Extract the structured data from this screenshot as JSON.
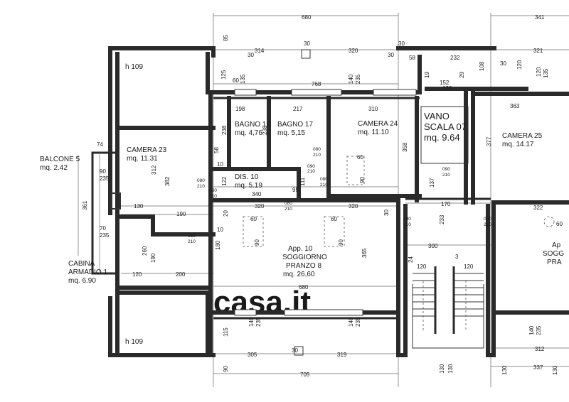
{
  "rooms": {
    "h109_top": "h 109",
    "h109_bottom": "h 109",
    "camera23_name": "CAMERA 23",
    "camera23_area": "mq. 11.31",
    "bagno16_name": "BAGNO 16",
    "bagno16_area": "mq. 4,76",
    "bagno17_name": "BAGNO 17",
    "bagno17_area": "mq. 5,15",
    "camera24_name": "CAMERA 24",
    "camera24_area": "mq. 11.10",
    "vano_line1": "VANO",
    "vano_line2": "SCALA 07",
    "vano_area": "mq. 9.64",
    "camera25_name": "CAMERA 25",
    "camera25_area": "mq. 14.17",
    "balcone_name": "BALCONE 5",
    "balcone_area": "mq. 2.42",
    "dis_name": "DIS. 10",
    "dis_area": "mq. 5.19",
    "soggiorno_line1": "App. 10",
    "soggiorno_line2": "SOGGIORNO",
    "soggiorno_line3": "PRANZO 8",
    "soggiorno_area": "mq. 26,60",
    "cabina_line1": "CABINA",
    "cabina_line2": "ARMADIO 1",
    "cabina_area": "mq. 6.90",
    "right_line1": "Ap",
    "right_line2": "SOGG",
    "right_line3": "PRA"
  },
  "dims": {
    "top_680": "680",
    "top_341": "341",
    "d85": "85",
    "d314": "314",
    "d320a": "320",
    "d321": "321",
    "d232": "232",
    "d58": "58",
    "d30a": "30",
    "d108": "108",
    "d120a": "120",
    "d120b": "120",
    "d135a": "135",
    "d125": "125",
    "d60a": "60",
    "d135b": "135",
    "d768": "768",
    "d140a": "140",
    "d235a": "235",
    "d19": "19",
    "d152": "152",
    "d29": "29",
    "d136": "136",
    "d198": "198",
    "d217": "217",
    "d310": "310",
    "d363": "363",
    "d238a": "238",
    "d238b": "238",
    "d358": "358",
    "d377": "377",
    "d74": "74",
    "d312": "312",
    "d382": "382",
    "d58b": "58",
    "d60b": "60",
    "d90a": "90",
    "d235b": "235",
    "d122": "122",
    "d111": "111",
    "d95": "95",
    "d340": "340",
    "d137": "137",
    "d361": "361",
    "d130a": "130",
    "d190a": "190",
    "d20": "20",
    "d320b": "320",
    "d320c": "320",
    "d30b": "30",
    "d170": "170",
    "d322": "322",
    "d70": "70",
    "d235c": "235",
    "d10a": "10",
    "d10b": "10",
    "d180": "180",
    "d365": "365",
    "d233": "233",
    "d300": "300",
    "d24": "24",
    "d3": "3",
    "d260": "260",
    "d190b": "190",
    "d120c": "120",
    "d120d": "120",
    "d120e": "120",
    "d200": "200",
    "d680b": "680",
    "d140b": "140",
    "d235d": "235",
    "d140c": "140",
    "d235e": "235",
    "d140d": "140",
    "d235f": "235",
    "d115": "115",
    "d305": "305",
    "d319": "319",
    "d312b": "312",
    "d90b": "90",
    "d705": "705",
    "d130b": "130",
    "d130c": "130",
    "d337": "337",
    "d130d": "130",
    "d130e": "130",
    "d60c": "60",
    "d90c": "90",
    "d60d": "60",
    "d90d": "90",
    "d60e": "60",
    "d90e": "90"
  },
  "openings": {
    "o080_1": "080",
    "o210_1": "210",
    "o080_2": "080",
    "o210_2": "210",
    "o080_3": "080",
    "o210_3": "210",
    "o080_4": "080",
    "o210_4": "210",
    "o090_1": "090",
    "o210_5": "210",
    "o090_2": "090",
    "o210_6": "210",
    "o090_3": "090",
    "o210_7": "210",
    "o090_4": "090",
    "o210_8": "210",
    "o080_5": "080",
    "o210_9": "210",
    "o080_6": "080",
    "o210_10": "210",
    "o30_1": "30",
    "o30_2": "30",
    "o30_3": "30",
    "o30_4": "30",
    "o30_5": "30"
  },
  "watermark": "casa.it"
}
